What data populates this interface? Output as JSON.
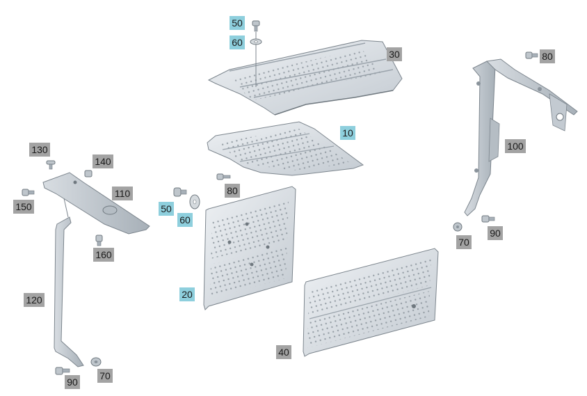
{
  "colors": {
    "callout_grey": "#a3a3a3",
    "callout_blue": "#8ecfdd",
    "panel_light": "#e4e8ec",
    "panel_mid": "#c9cfd5",
    "panel_dark": "#9aa3ab",
    "outline": "#7c858d"
  },
  "callouts": {
    "c50_top": "50",
    "c60_top": "60",
    "c30": "30",
    "c10": "10",
    "c80_mid": "80",
    "c80_right": "80",
    "c100": "100",
    "c130": "130",
    "c140": "140",
    "c110": "110",
    "c150": "150",
    "c160": "160",
    "c50_mid": "50",
    "c60_mid": "60",
    "c20": "20",
    "c120": "120",
    "c70_right": "70",
    "c90_right": "90",
    "c40": "40",
    "c90_bottom": "90",
    "c70_bottom": "70"
  }
}
